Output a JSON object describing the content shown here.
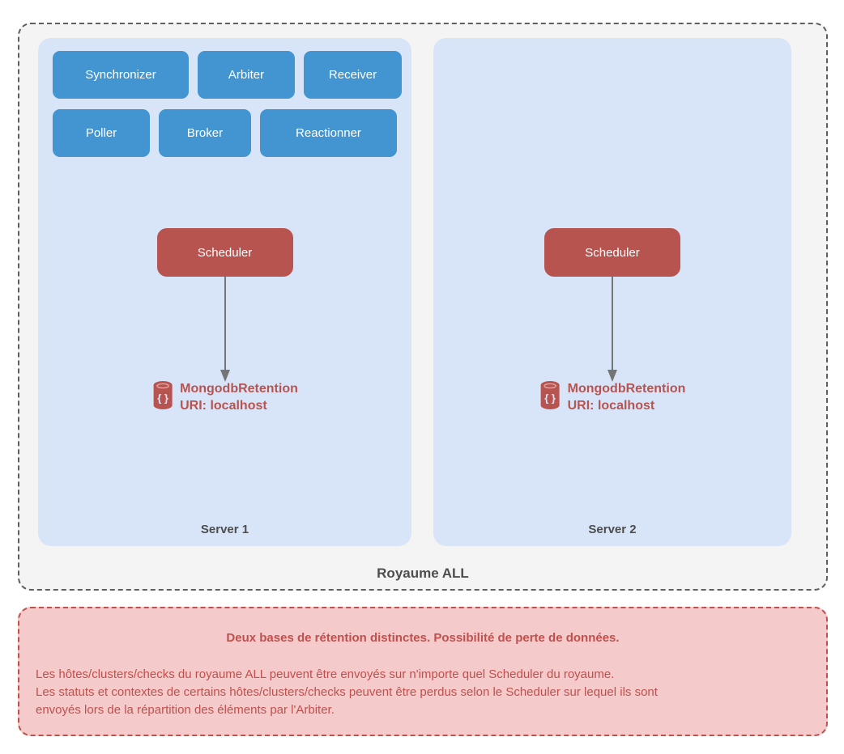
{
  "royaume": {
    "label": "Royaume ALL",
    "servers": [
      {
        "name": "Server 1",
        "components": [
          "Synchronizer",
          "Arbiter",
          "Receiver",
          "Poller",
          "Broker",
          "Reactionner"
        ],
        "scheduler_label": "Scheduler",
        "db": {
          "name": "MongodbRetention",
          "uri": "URI: localhost"
        }
      },
      {
        "name": "Server 2",
        "scheduler_label": "Scheduler",
        "db": {
          "name": "MongodbRetention",
          "uri": "URI: localhost"
        }
      }
    ]
  },
  "warning": {
    "title": "Deux bases de rétention distinctes. Possibilité de perte de données.",
    "body_lines": [
      "Les hôtes/clusters/checks du royaume ALL peuvent être envoyés sur n'importe quel Scheduler du royaume.",
      "Les statuts et contextes de certains hôtes/clusters/checks peuvent être perdus selon le Scheduler sur lequel ils sont",
      "envoyés lors de la répartition des éléments par l'Arbiter."
    ]
  },
  "icons": {
    "database_icon": "database-cylinder-with-braces",
    "arrow_icon": "down-arrow"
  },
  "colors": {
    "component_blue": "#4295d1",
    "panel_blue": "#d8e5f8",
    "scheduler_red": "#b85450",
    "warning_pink": "#f4caca",
    "warning_text_red": "#c0504d",
    "outer_gray": "#f4f4f5",
    "arrow_gray": "#757575",
    "label_gray": "#4d4d4d"
  }
}
